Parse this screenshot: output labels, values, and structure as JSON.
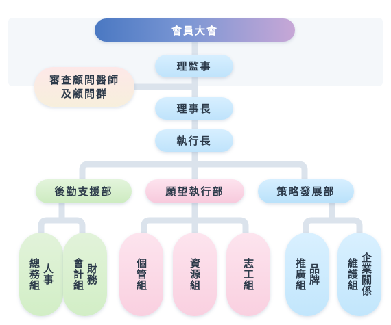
{
  "board": "會員大會",
  "supervisor": "理監事",
  "advisors": [
    "審查顧問醫師",
    "及顧問群"
  ],
  "chairman": "理事長",
  "ceo": "執行長",
  "departments": [
    {
      "name": "後勤支援部",
      "teams": [
        {
          "columns": [
            "人事",
            "總務組"
          ]
        },
        {
          "columns": [
            "財務",
            "會計組"
          ]
        }
      ]
    },
    {
      "name": "願望執行部",
      "teams": [
        {
          "columns": [
            "個管組"
          ]
        },
        {
          "columns": [
            "資源組"
          ]
        },
        {
          "columns": [
            "志工組"
          ]
        }
      ]
    },
    {
      "name": "策略發展部",
      "teams": [
        {
          "columns": [
            "品牌",
            "推廣組"
          ]
        },
        {
          "columns": [
            "企業關係",
            "維護組"
          ]
        }
      ]
    }
  ],
  "colors": {
    "connector": "#dbe3ec",
    "board_gradient": [
      "#4a78c2",
      "#c7a7d6"
    ],
    "green": "#cdebc0",
    "pink": "#f7c9dc",
    "blue": "#bfe3fb"
  }
}
